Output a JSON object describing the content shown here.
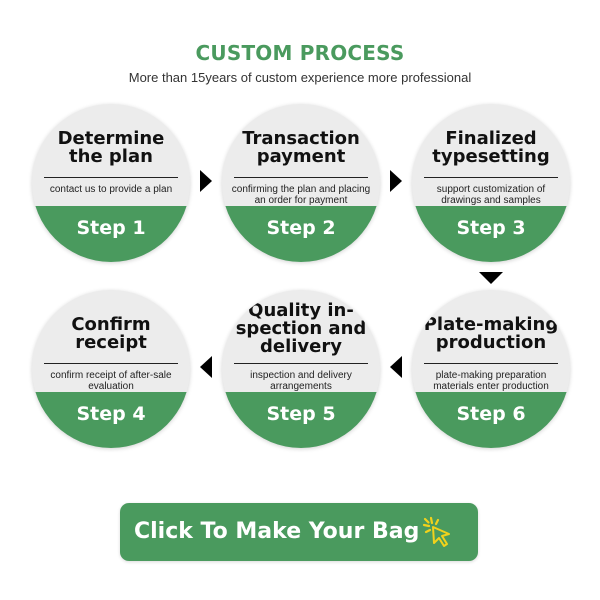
{
  "header": {
    "title": "CUSTOM PROCESS",
    "subtitle": "More than 15years of custom experience more professional"
  },
  "steps": [
    {
      "title": "Determine the plan",
      "desc": "contact us to provide a plan",
      "step": "Step 1"
    },
    {
      "title": "Transaction payment",
      "desc": "confirming the plan and placing an order for payment",
      "step": "Step 2"
    },
    {
      "title": "Finalized typesetting",
      "desc": "support customization of drawings and samples",
      "step": "Step 3"
    },
    {
      "title": "Plate-making production",
      "desc": "plate-making preparation materials enter production",
      "step": "Step 6"
    },
    {
      "title": "Quality in-spection and delivery",
      "desc": "inspection and delivery arrangements",
      "step": "Step 5"
    },
    {
      "title": "Confirm receipt",
      "desc": "confirm receipt of after-sale evaluation",
      "step": "Step 4"
    }
  ],
  "cta": {
    "label": "Click To Make Your Bag",
    "icon": "cursor-click-icon"
  },
  "colors": {
    "accent": "#4a9a5e",
    "circle": "#ececec"
  }
}
